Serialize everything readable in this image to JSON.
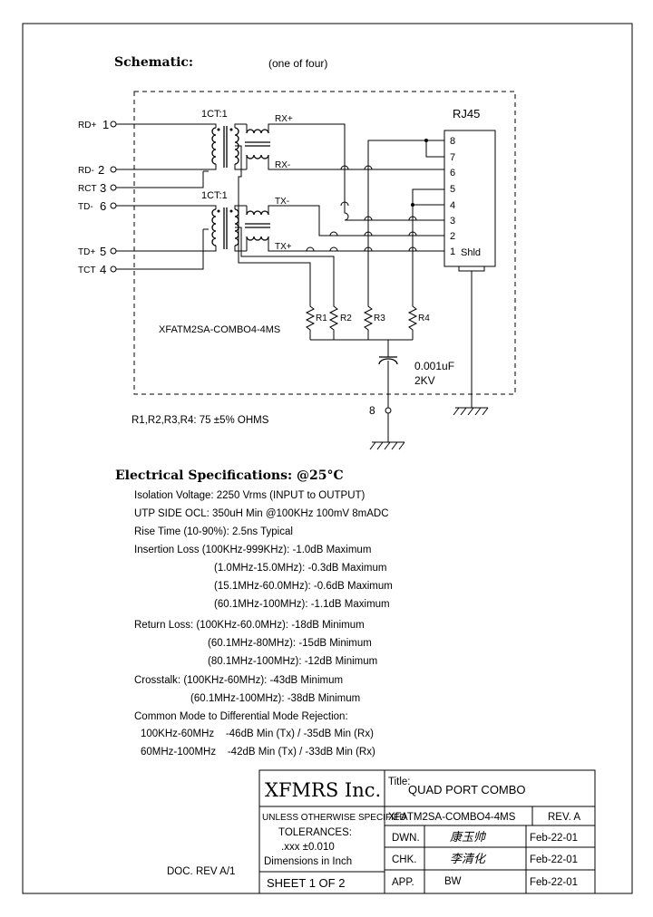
{
  "schematic": {
    "title": "Schematic:",
    "subtitle": "(one of four)",
    "transformer_label": "1CT:1",
    "left_pins": [
      {
        "name": "RD+",
        "num": "1"
      },
      {
        "name": "RD-",
        "num": "2"
      },
      {
        "name": "RCT",
        "num": "3"
      },
      {
        "name": "TD-",
        "num": "6"
      },
      {
        "name": "TD+",
        "num": "5"
      },
      {
        "name": "TCT",
        "num": "4"
      }
    ],
    "signals": {
      "rx_plus": "RX+",
      "rx_minus": "RX-",
      "tx_minus": "TX-",
      "tx_plus": "TX+"
    },
    "connector": {
      "title": "RJ45",
      "pins": [
        "8",
        "7",
        "6",
        "5",
        "4",
        "3",
        "2",
        "1"
      ],
      "shield": "Shld"
    },
    "part_number": "XFATM2SA-COMBO4-4MS",
    "resistors": [
      "R1",
      "R2",
      "R3",
      "R4"
    ],
    "capacitor_value": "0.001uF",
    "capacitor_rating": "2KV",
    "ground_pin": "8",
    "resistor_note": "R1,R2,R3,R4: 75 ±5% OHMS"
  },
  "electrical": {
    "title": "Electrical    Specifications: @25°C",
    "lines": [
      "Isolation Voltage:  2250 Vrms (INPUT to OUTPUT)",
      "UTP SIDE OCL: 350uH Min @100KHz 100mV 8mADC",
      "Rise Time (10-90%): 2.5ns Typical",
      "Insertion Loss (100KHz-999KHz): -1.0dB Maximum",
      "(1.0MHz-15.0MHz): -0.3dB Maximum",
      "(15.1MHz-60.0MHz): -0.6dB Maximum",
      "(60.1MHz-100MHz): -1.1dB Maximum",
      "Return Loss: (100KHz-60.0MHz): -18dB Minimum",
      "(60.1MHz-80MHz): -15dB Minimum",
      "(80.1MHz-100MHz): -12dB Minimum",
      "Crosstalk: (100KHz-60MHz): -43dB Minimum",
      "(60.1MHz-100MHz): -38dB Minimum",
      "Common Mode to Differential Mode Rejection:",
      "100KHz-60MHz    -46dB Min (Tx) / -35dB Min (Rx)",
      "60MHz-100MHz    -42dB Min (Tx) / -33dB Min (Rx)"
    ]
  },
  "title_block": {
    "company": "XFMRS Inc.",
    "title_label": "Title:",
    "title": "QUAD PORT COMBO",
    "spec_note": "UNLESS OTHERWISE SPECIFIED",
    "tolerances": "TOLERANCES:",
    "tolerance_value": ".xxx ±0.010",
    "dimensions": "Dimensions in Inch",
    "sheet": "SHEET  1  OF  2",
    "part_number": "XFATM2SA-COMBO4-4MS",
    "revision": "REV. A",
    "rows": [
      {
        "label": "DWN.",
        "name": "康玉帅",
        "date": "Feb-22-01"
      },
      {
        "label": "CHK.",
        "name": "李清化",
        "date": "Feb-22-01"
      },
      {
        "label": "APP.",
        "name": "BW",
        "date": "Feb-22-01"
      }
    ],
    "doc_rev": "DOC. REV A/1"
  }
}
